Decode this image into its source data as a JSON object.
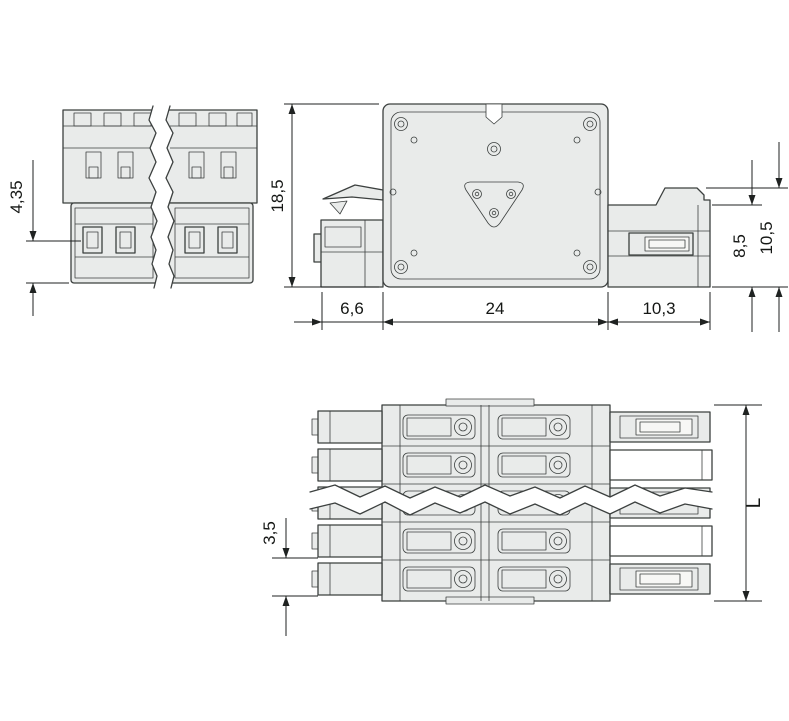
{
  "drawing": {
    "title": "connector-dimension-drawing",
    "dims": {
      "front_height": "4,35",
      "total_height": "18,5",
      "right_height_inner": "8,5",
      "right_height_outer": "10,5",
      "width_lever": "6,6",
      "width_body": "24",
      "width_tail": "10,3",
      "pole_pitch": "3,5",
      "total_length": "L"
    },
    "colors": {
      "body": "#e9ebea",
      "accent_orange": "#f2a963",
      "hatch_orange_line": "#c8823a",
      "line": "#3c403f",
      "background": "#ffffff"
    }
  }
}
